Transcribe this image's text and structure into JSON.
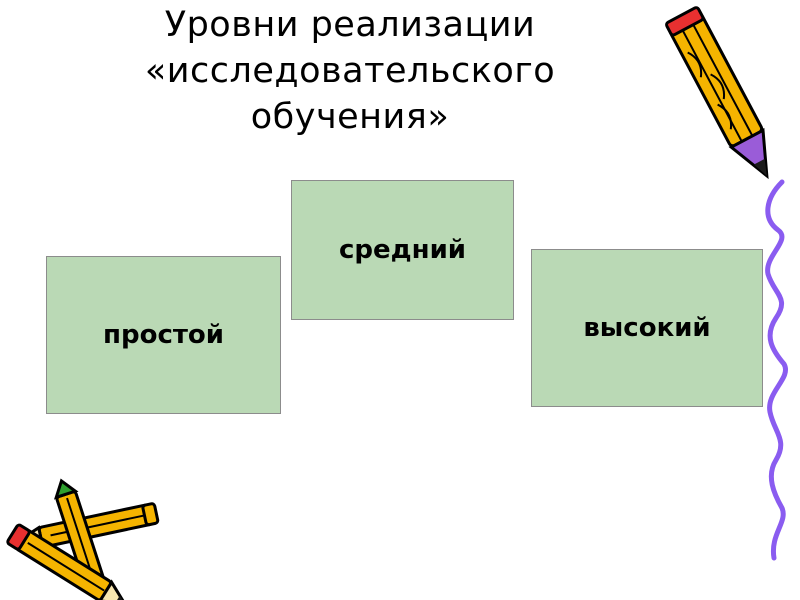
{
  "slide": {
    "title_lines": [
      "Уровни реализации",
      "«исследовательского",
      "обучения»"
    ],
    "levels": [
      {
        "label": "простой"
      },
      {
        "label": "средний"
      },
      {
        "label": "высокий"
      }
    ],
    "colors": {
      "box_fill": "#bad9b5",
      "box_border": "#8c8c8c",
      "pencil_body": "#f5b400",
      "squiggle": "#8a5cf0"
    }
  }
}
